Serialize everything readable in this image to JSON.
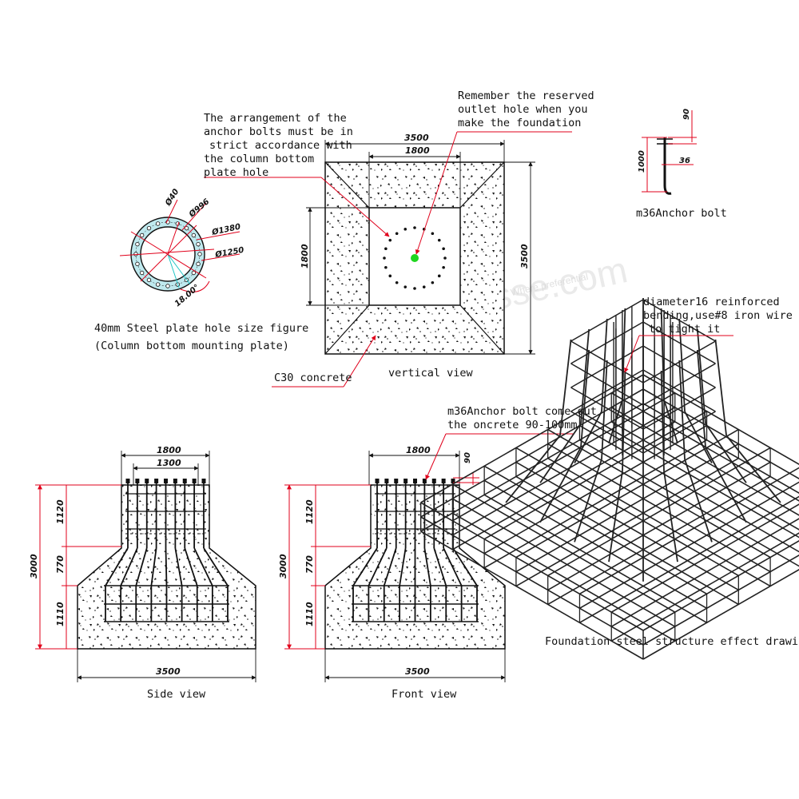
{
  "notes": {
    "bolt_arrangement": [
      "The arrangement of the",
      "anchor bolts must be in",
      "strict accordance with",
      "the column bottom",
      "plate hole"
    ],
    "reserved_hole": [
      "Remember the reserved",
      "outlet hole when you",
      "make the foundation"
    ],
    "reinforced": [
      "diameter16 reinforced",
      "bending,use#8 iron wire",
      "to tight it"
    ],
    "bolt_protrude": [
      "m36Anchor bolt come out",
      "the oncrete 90-100mm"
    ],
    "concrete": "C30  concrete"
  },
  "captions": {
    "plate_title": "40mm Steel plate hole size figure",
    "plate_subtitle": "(Column bottom mounting plate)",
    "vertical_view": "vertical view",
    "anchor_bolt": "m36Anchor bolt",
    "side_view": "Side view",
    "front_view": "Front view",
    "steel_structure": "Foundation steel structure effect drawing"
  },
  "dimensions": {
    "plate_d40": "Ø40",
    "plate_d996": "Ø996",
    "plate_d1380": "Ø1380",
    "plate_d1250": "Ø1250",
    "plate_angle": "18.00°",
    "top_outer": "3500",
    "top_inner": "1800",
    "top_left": "1800",
    "top_right": "3500",
    "bolt_90": "90",
    "bolt_1000": "1000",
    "bolt_36": "36",
    "side_top1": "1800",
    "side_top2": "1300",
    "side_total": "3000",
    "side_h1": "1120",
    "side_h2": "770",
    "side_h3": "1110",
    "side_bottom": "3500",
    "front_top": "1800",
    "front_90": "90",
    "front_total": "3000",
    "front_h1": "1120",
    "front_h2": "770",
    "front_h3": "1110",
    "front_bottom": "3500"
  },
  "watermark": {
    "brand": "adesse.com",
    "tagline": "Where preferential"
  },
  "colors": {
    "leader": "#e0001b",
    "plate_fill": "#bfe9ee",
    "outlet_hole": "#1fd61f",
    "line": "#111111"
  }
}
